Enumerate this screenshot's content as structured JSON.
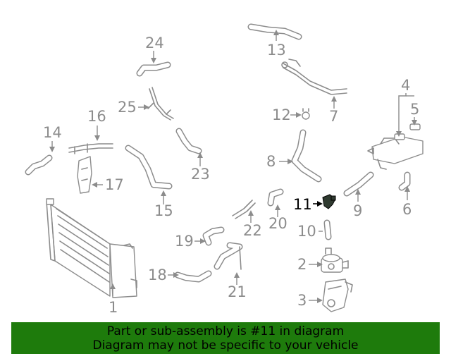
{
  "diagram": {
    "callouts": {
      "n1": "1",
      "n2": "2",
      "n3": "3",
      "n4": "4",
      "n5": "5",
      "n6": "6",
      "n7": "7",
      "n8": "8",
      "n9": "9",
      "n10": "10",
      "n11": "11",
      "n12": "12",
      "n13": "13",
      "n14": "14",
      "n15": "15",
      "n16": "16",
      "n17": "17",
      "n18": "18",
      "n19": "19",
      "n20": "20",
      "n21": "21",
      "n22": "22",
      "n23": "23",
      "n24": "24",
      "n25": "25"
    },
    "highlighted_part": "11"
  },
  "banner": {
    "line1": "Part or sub-assembly is #11 in diagram",
    "line2": "Diagram may not be specific to your vehicle",
    "background": "#1e7b0c"
  }
}
